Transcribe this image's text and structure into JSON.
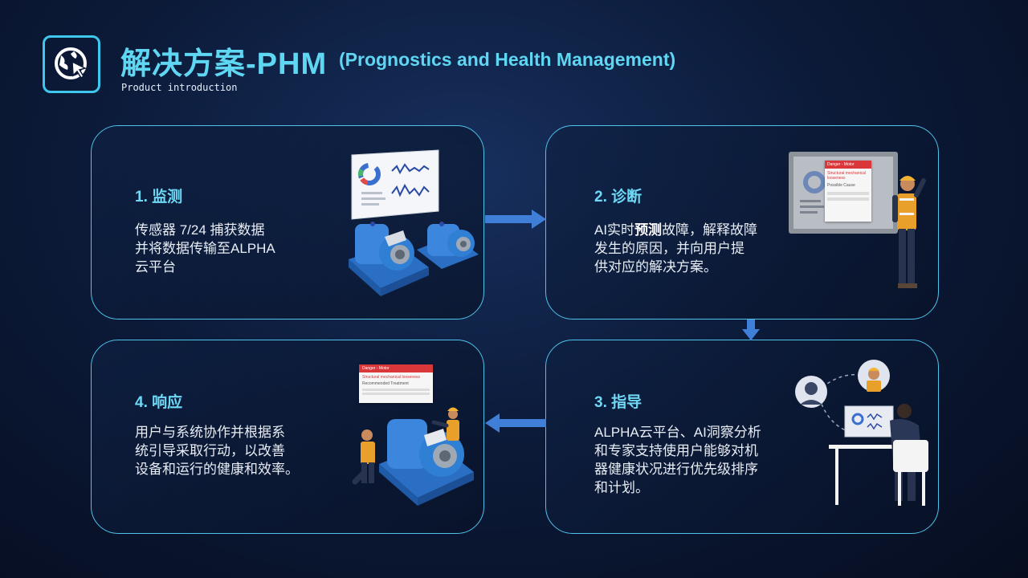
{
  "header": {
    "title": "解决方案-PHM",
    "subtitle": "(Prognostics and Health Management)",
    "product_intro": "Product introduction"
  },
  "cards": [
    {
      "title": "1. 监测",
      "body": "传感器 7/24 捕获数据\n并将数据传输至ALPHA\n云平台"
    },
    {
      "title": "2. 诊断",
      "body_pre": "AI实时",
      "body_bold": "预测",
      "body_post": "故障，解释故障\n发生的原因，并向用户提\n供对应的解决方案。",
      "illus_text": {
        "danger": "Danger - Motor",
        "fault": "Structural mechanical looseness",
        "cause": "Possible Cause"
      }
    },
    {
      "title": "3. 指导",
      "body": "ALPHA云平台、AI洞察分析\n和专家支持使用户能够对机\n器健康状况进行优先级排序\n和计划。"
    },
    {
      "title": "4. 响应",
      "body": "用户与系统协作并根据系\n统引导采取行动，以改善\n设备和运行的健康和效率。",
      "illus_text": {
        "danger": "Danger - Motor",
        "fault": "Structural mechanical looseness",
        "action": "Recommended Treatment"
      }
    }
  ],
  "colors": {
    "accent": "#5fd6f2",
    "card_border": "#4fc3ea",
    "arrow": "#3f7fd8",
    "danger": "#d9373a",
    "machine": "#2f7fd4"
  }
}
